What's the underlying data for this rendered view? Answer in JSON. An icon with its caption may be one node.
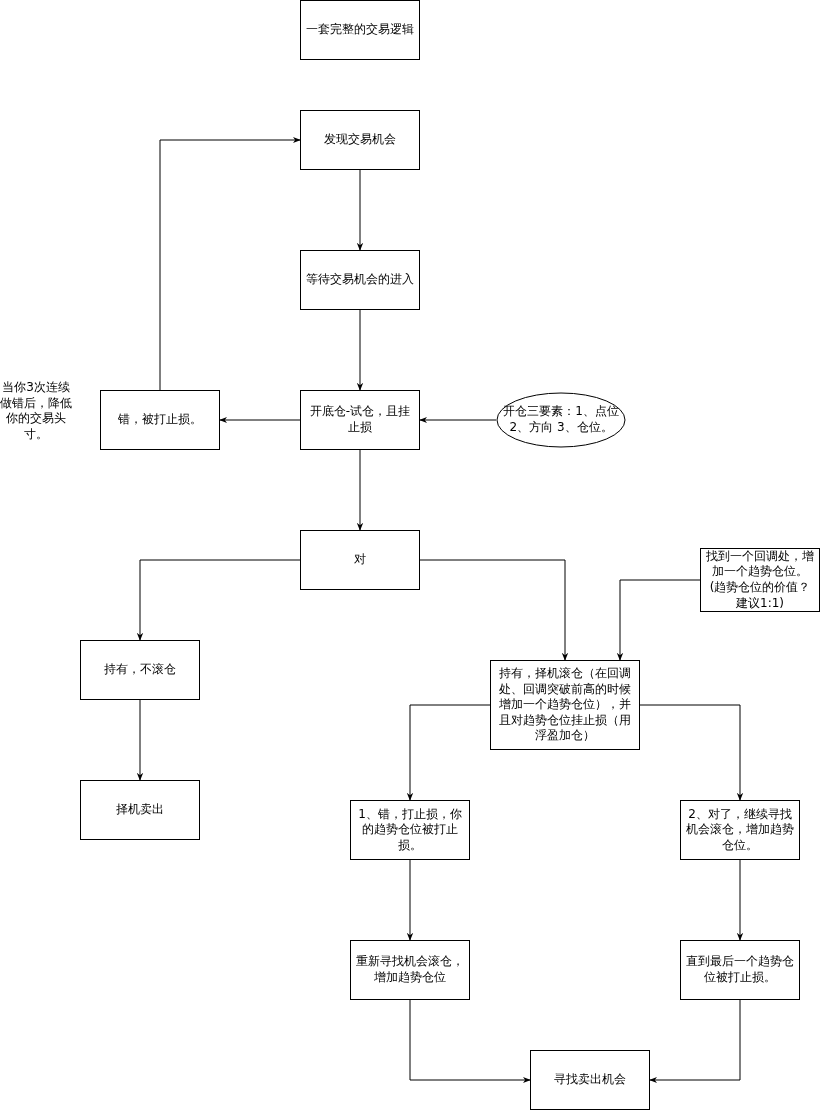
{
  "diagram": {
    "nodes": [
      {
        "text": [
          "一套完整的交易逻辑"
        ]
      },
      {
        "text": [
          "发现交易机会"
        ]
      },
      {
        "text": [
          "等待交易机会的进入"
        ]
      },
      {
        "text": [
          "开底仓-试仓，且挂止损"
        ]
      },
      {
        "text": [
          "错，被打止损。"
        ]
      },
      {
        "text": [
          "开仓三要素：1、点位 2、方向 3、仓位。"
        ]
      },
      {
        "text": [
          "对"
        ]
      },
      {
        "text": [
          "持有，不滚仓"
        ]
      },
      {
        "text": [
          "择机卖出"
        ]
      },
      {
        "text": [
          "持有，择机滚仓（在回调处、回调突破前高的时候增加一个趋势仓位），并且对趋势仓位挂止损（用浮盈加仓）"
        ]
      },
      {
        "text": [
          "找到一个回调处，增加一个趋势仓位。(趋势仓位的价值？建议1:1)"
        ]
      },
      {
        "text": [
          "1、错，打止损，你的趋势仓位被打止损。"
        ]
      },
      {
        "text": [
          "2、对了，继续寻找机会滚仓，增加趋势仓位。"
        ]
      },
      {
        "text": [
          "重新寻找机会滚仓，增加趋势仓位"
        ]
      },
      {
        "text": [
          "直到最后一个趋势仓位被打止损。"
        ]
      },
      {
        "text": [
          "寻找卖出机会"
        ]
      }
    ],
    "edges": [
      {
        "from": 1,
        "to": 2,
        "arrow": "to"
      },
      {
        "from": 2,
        "to": 3,
        "arrow": "to"
      },
      {
        "from": 3,
        "to": 4,
        "arrow": "to"
      },
      {
        "from": 5,
        "to": 3,
        "arrow": "to"
      },
      {
        "from": 4,
        "to": 1,
        "arrow": "to"
      },
      {
        "from": 3,
        "to": 6,
        "arrow": "to"
      },
      {
        "from": 6,
        "to": 7,
        "arrow": "to"
      },
      {
        "from": 6,
        "to": 9,
        "arrow": "to"
      },
      {
        "from": 10,
        "to": 9,
        "arrow": "to"
      },
      {
        "from": 7,
        "to": 8,
        "arrow": "to"
      },
      {
        "from": 9,
        "to": 11,
        "arrow": "to"
      },
      {
        "from": 9,
        "to": 12,
        "arrow": "to"
      },
      {
        "from": 11,
        "to": 13,
        "arrow": "to"
      },
      {
        "from": 12,
        "to": 14,
        "arrow": "to"
      },
      {
        "from": 13,
        "to": 15,
        "arrow": "to"
      },
      {
        "from": 14,
        "to": 15,
        "arrow": "to"
      }
    ],
    "labels": [
      "当你3次连续做错后，降低你的交易头寸。"
    ]
  }
}
